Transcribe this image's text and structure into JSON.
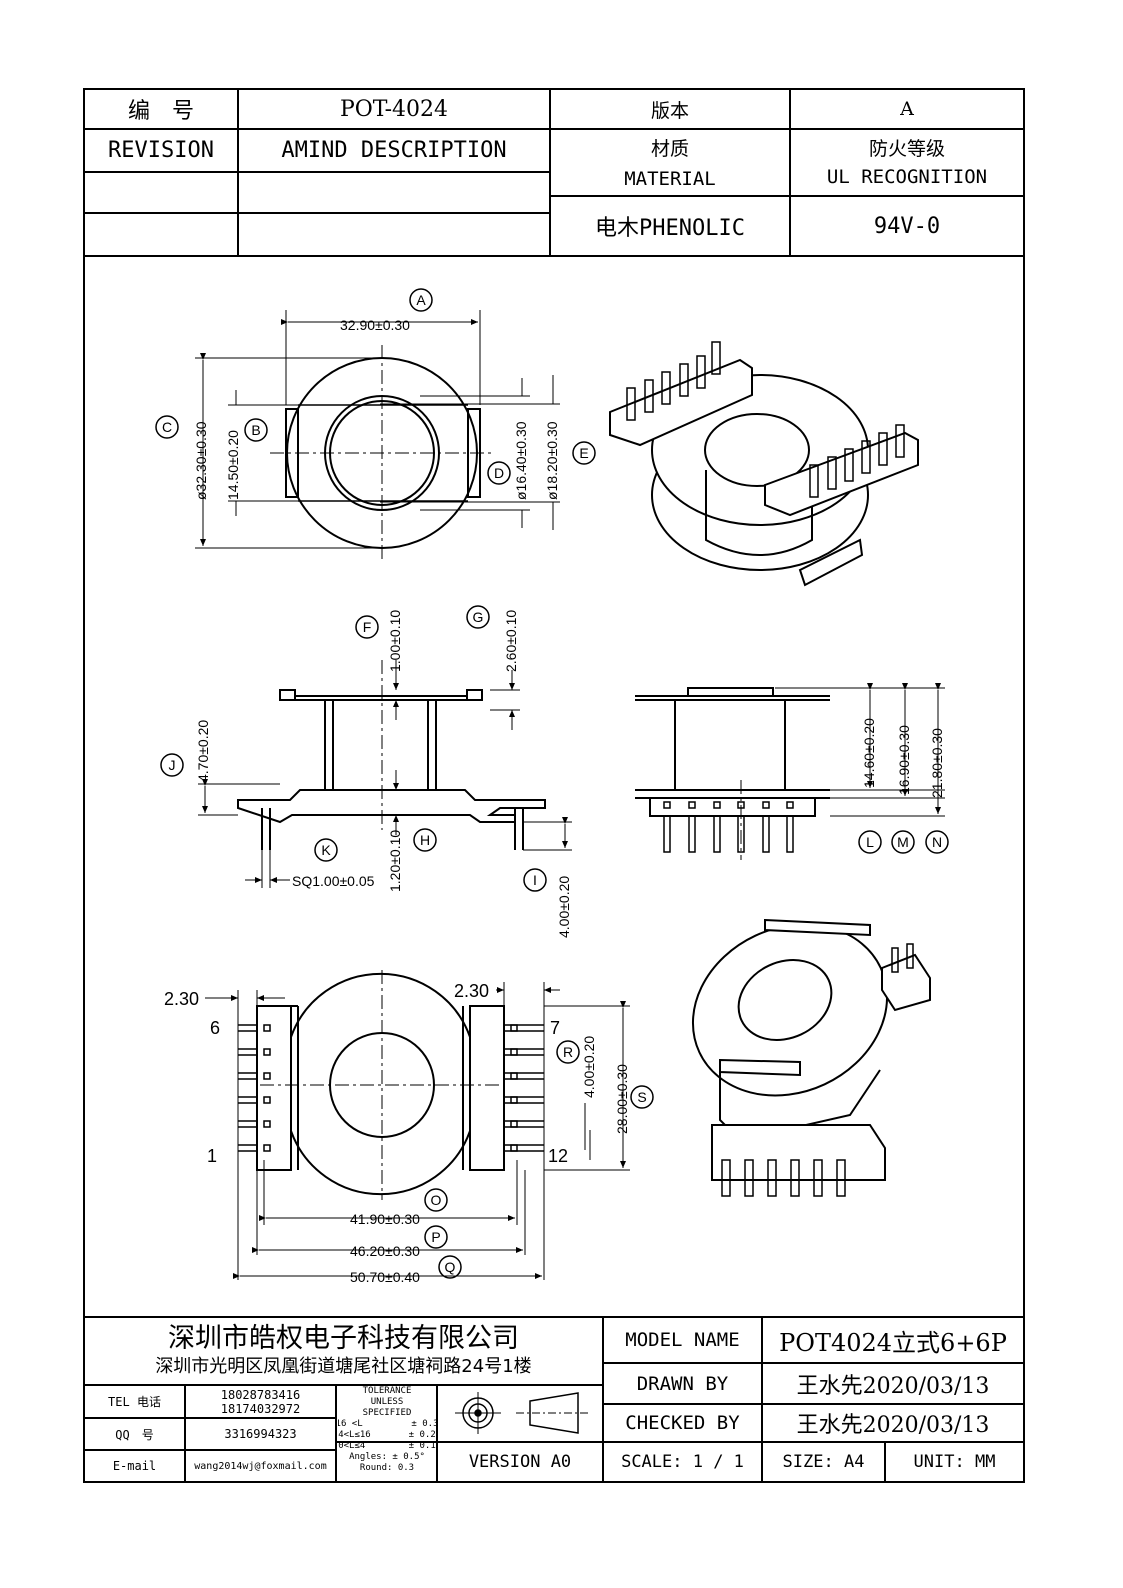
{
  "header": {
    "code_label": "编　号",
    "code_value": "POT-4024",
    "version_label": "版本",
    "version_value": "A",
    "revision_label": "REVISION",
    "amend_label": "AMIND DESCRIPTION",
    "material_cn": "材质",
    "material_en": "MATERIAL",
    "ul_cn": "防火等级",
    "ul_en": "UL RECOGNITION",
    "material_value": "电木PHENOLIC",
    "ul_value": "94V-0"
  },
  "drawing": {
    "top_view": {
      "dim_a": "32.90±0.30",
      "dim_b": "14.50±0.20",
      "dim_c": "ø32.30±0.30",
      "dim_d": "ø16.40±0.30",
      "dim_e": "ø18.20±0.30",
      "labels": [
        "A",
        "B",
        "C",
        "D",
        "E"
      ]
    },
    "side_view": {
      "dim_f": "1.00±0.10",
      "dim_g": "2.60±0.10",
      "dim_j": "4.70±0.20",
      "dim_h": "1.20±0.10",
      "dim_k": "SQ1.00±0.05",
      "dim_i": "4.00±0.20",
      "labels": [
        "F",
        "G",
        "J",
        "H",
        "K",
        "I"
      ]
    },
    "front_view": {
      "dim_l": "14.60±0.20",
      "dim_m": "16.90±0.30",
      "dim_n": "21.80±0.30",
      "labels": [
        "L",
        "M",
        "N"
      ]
    },
    "bottom_view": {
      "dim_left": "2.30",
      "dim_right": "2.30",
      "pin_6": "6",
      "pin_1": "1",
      "pin_7": "7",
      "pin_12": "12",
      "dim_r": "4.00±0.20",
      "dim_s": "28.00±0.30",
      "dim_o": "41.90±0.30",
      "dim_p": "46.20±0.30",
      "dim_q": "50.70±0.40",
      "labels": [
        "R",
        "S",
        "O",
        "P",
        "Q"
      ]
    }
  },
  "title_block": {
    "company": "深圳市皓权电子科技有限公司",
    "address": "深圳市光明区凤凰街道塘尾社区塘祠路24号1楼",
    "tel_label": "TEL 电话",
    "tel_1": "18028783416",
    "tel_2": "18174032972",
    "qq_label": "QQ　号",
    "qq_value": "3316994323",
    "email_label": "E-mail",
    "email_value": "wang2014wj@foxmail.com",
    "tolerance": [
      "TOLERANCE",
      "UNLESS",
      "SPECIFIED",
      "16 <L         ± 0.3",
      "4<L≤16       ± 0.2",
      "0<L≤4        ± 0.1",
      "Angles: ± 0.5°",
      "Round: 0.3"
    ],
    "version": "VERSION A0",
    "model_label": "MODEL NAME",
    "model_value": "POT4024立式6+6P",
    "drawn_label": "DRAWN BY",
    "drawn_value": "王水先2020/03/13",
    "checked_label": "CHECKED BY",
    "checked_value": "王水先2020/03/13",
    "scale": "SCALE: 1 / 1",
    "size": "SIZE: A4",
    "unit": "UNIT: MM"
  }
}
